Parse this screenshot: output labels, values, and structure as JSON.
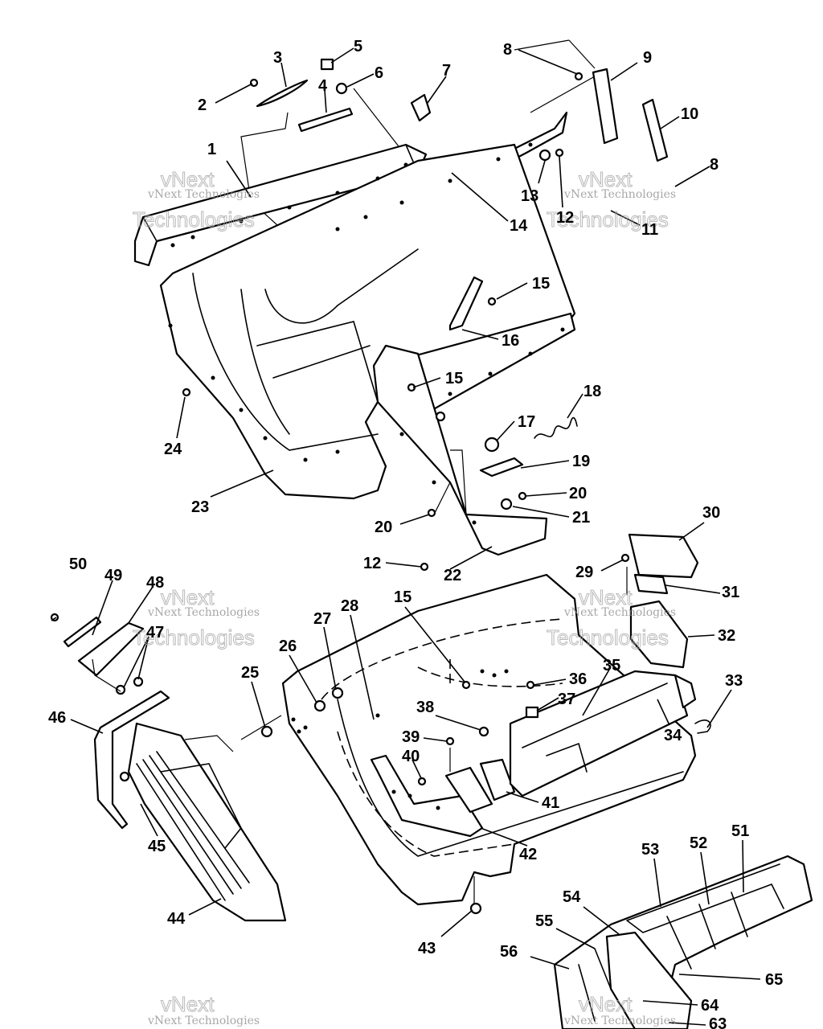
{
  "diagram": {
    "callouts": [
      "1",
      "2",
      "3",
      "4",
      "5",
      "6",
      "7",
      "8",
      "8",
      "9",
      "10",
      "11",
      "12",
      "12",
      "13",
      "14",
      "15",
      "15",
      "15",
      "16",
      "17",
      "18",
      "19",
      "20",
      "20",
      "21",
      "22",
      "23",
      "24",
      "25",
      "26",
      "27",
      "28",
      "29",
      "30",
      "31",
      "32",
      "33",
      "34",
      "35",
      "36",
      "37",
      "38",
      "39",
      "40",
      "41",
      "42",
      "43",
      "44",
      "45",
      "46",
      "47",
      "48",
      "49",
      "50",
      "51",
      "52",
      "53",
      "54",
      "55",
      "56",
      "63",
      "64",
      "65"
    ],
    "watermark": {
      "line1": "vNext",
      "line2": "vNext Technologies",
      "line3": "Technologies"
    }
  },
  "colors": {
    "ink": "#000000",
    "paper": "#ffffff",
    "watermark": "#8a8a8a"
  }
}
